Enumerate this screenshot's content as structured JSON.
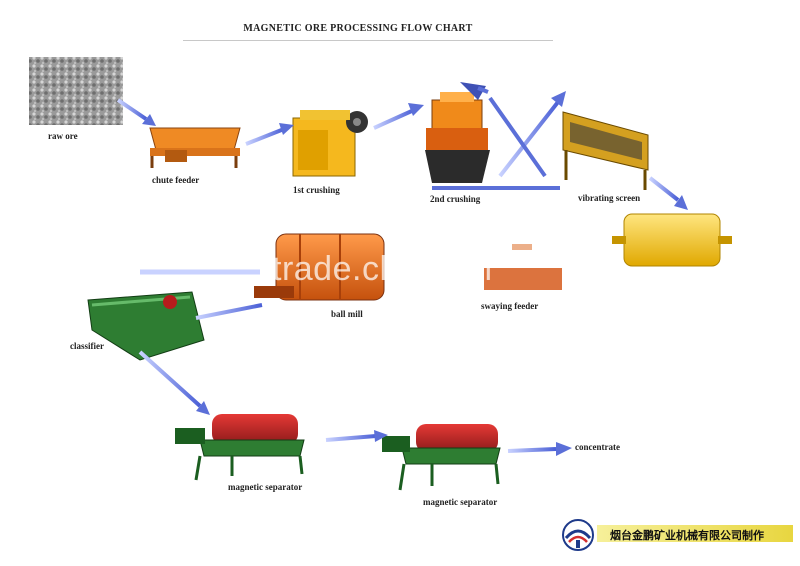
{
  "title": "MAGNETIC ORE PROCESSING FLOW CHART",
  "watermark": "trade.china.cn",
  "footer": "烟台金鹏矿业机械有限公司制作",
  "colors": {
    "arrow": "#5b6fd8",
    "machine_orange": "#e87d1a",
    "machine_yellow": "#f1c232",
    "machine_green": "#2e7d32",
    "drum_red": "#c62828",
    "footer_bar": "#efe46a"
  },
  "stages": {
    "raw_ore": "raw ore",
    "chute_feeder": "chute feeder",
    "crushing_1": "1st crushing",
    "crushing_2": "2nd crushing",
    "vibrating_screen": "vibrating screen",
    "ball_mill": "ball mill",
    "swaying_feeder": "swaying feeder",
    "classifier": "classifier",
    "magnetic_separator_1": "magnetic separator",
    "magnetic_separator_2": "magnetic separator",
    "concentrate": "concentrate"
  }
}
